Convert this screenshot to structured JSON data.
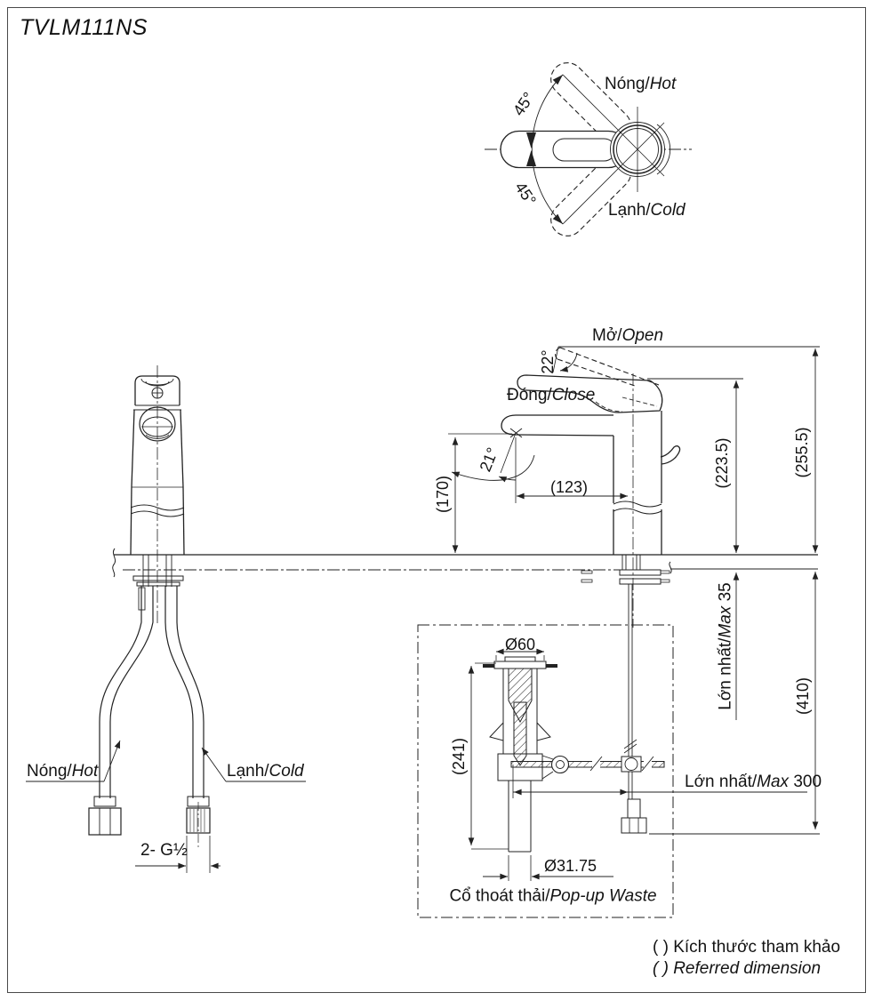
{
  "title": "TVLM111NS",
  "top_view": {
    "hot": {
      "vi": "Nóng/",
      "en": "Hot"
    },
    "cold": {
      "vi": "Lạnh/",
      "en": "Cold"
    },
    "angle_upper": "45°",
    "angle_lower": "45°"
  },
  "side_view": {
    "open": {
      "vi": "Mở/",
      "en": "Open"
    },
    "close": {
      "vi": "Đóng/",
      "en": "Close"
    },
    "open_angle": "22°",
    "spout_angle": "21°",
    "spout_height": "(170)",
    "spout_reach": "(123)",
    "closed_handle_height": "(223.5)",
    "open_handle_height": "(255.5)"
  },
  "installation": {
    "max_counter_thickness": {
      "vi": "Lớn nhất/",
      "en": "Max",
      "value": " 35"
    },
    "below_counter_height": "(410)",
    "max_rod_length": {
      "vi": "Lớn nhất/",
      "en": "Max",
      "value": " 300"
    }
  },
  "front_view": {
    "hot": {
      "vi": "Nóng/",
      "en": "Hot"
    },
    "cold": {
      "vi": "Lạnh/",
      "en": "Cold"
    },
    "supply_thread": "2- G½"
  },
  "popup_waste": {
    "top_diameter": "Ø60",
    "height": "(241)",
    "pipe_diameter": "Ø31.75",
    "caption": {
      "vi": "Cổ thoát thải/",
      "en": "Pop-up Waste"
    }
  },
  "legend": {
    "note_vi": "( ) Kích thước tham khảo",
    "note_en": "( ) Referred dimension"
  }
}
